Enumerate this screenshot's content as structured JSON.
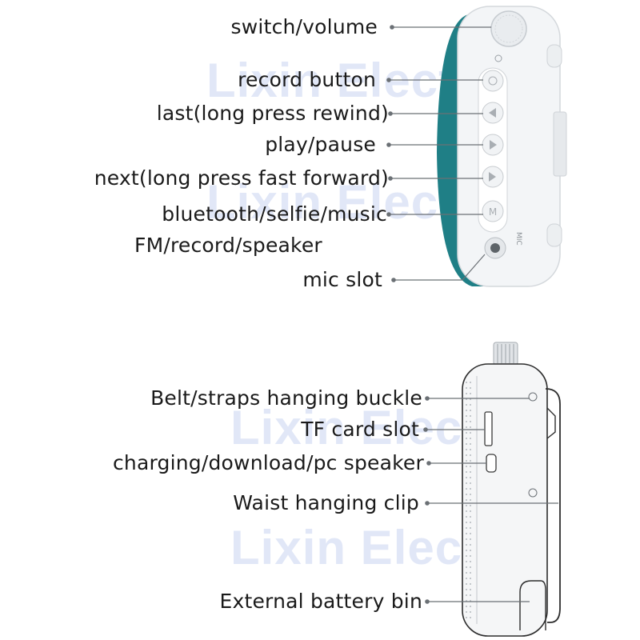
{
  "watermark": "Lixin Electric",
  "colors": {
    "text": "#1a1a1a",
    "teal": "#1f7f86",
    "device_body": "#f4f6f8",
    "watermark": "#c9d4f2"
  },
  "top_view": {
    "labels": [
      {
        "id": "switch-volume",
        "text": "switch/volume"
      },
      {
        "id": "record-button",
        "text": "record button"
      },
      {
        "id": "last",
        "text": "last(long press rewind)"
      },
      {
        "id": "play-pause",
        "text": "play/pause"
      },
      {
        "id": "next",
        "text": "next(long press fast forward)"
      },
      {
        "id": "bluetooth-mode",
        "text": "bluetooth/selfie/music"
      },
      {
        "id": "fm-mode",
        "text": "FM/record/speaker"
      },
      {
        "id": "mic-slot",
        "text": "mic slot"
      }
    ],
    "mic_marking": "MIC"
  },
  "side_view": {
    "labels": [
      {
        "id": "belt-buckle",
        "text": "Belt/straps hanging buckle"
      },
      {
        "id": "tf-card-slot",
        "text": "TF card slot"
      },
      {
        "id": "charging-port",
        "text": "charging/download/pc speaker"
      },
      {
        "id": "waist-clip",
        "text": "Waist hanging clip"
      },
      {
        "id": "battery-bin",
        "text": "External battery bin"
      }
    ]
  }
}
